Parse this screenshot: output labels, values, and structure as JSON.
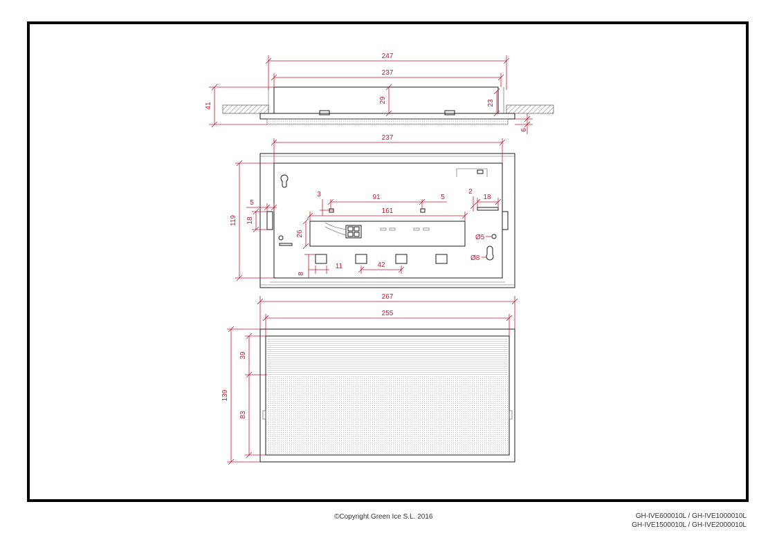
{
  "drawing": {
    "side_view": {
      "overall_width": "247",
      "inner_width": "237",
      "total_height": "41",
      "body_height": "29",
      "recess_height": "23",
      "diffuser_depth": "6"
    },
    "base_view": {
      "inner_width": "237",
      "height": "119",
      "edge_offset": "5",
      "clip_height": "18",
      "hole_offset_left": "3",
      "hole_spacing": "91",
      "hole_offset_right": "5",
      "hook_offset": "2",
      "hook_width": "18",
      "gear_length": "161",
      "gear_height": "26",
      "hole_diameter_small": "Ø5",
      "hole_diameter_large": "Ø8",
      "slot_width": "11",
      "slot_spacing": "42",
      "slot_offset": "8"
    },
    "front_view": {
      "overall_width": "267",
      "inner_width": "255",
      "overall_height": "139",
      "sign_height": "39",
      "diffuser_height": "83"
    }
  },
  "footer": {
    "copyright": "©Copyright Green Ice S.L. 2016",
    "models_line1": "GH-IVE600010L / GH-IVE1000010L",
    "models_line2": "GH-IVE1500010L / GH-IVE2000010L"
  },
  "colors": {
    "dimension": "#d0142c",
    "outline": "#1a1a1a",
    "frame": "#000000"
  }
}
